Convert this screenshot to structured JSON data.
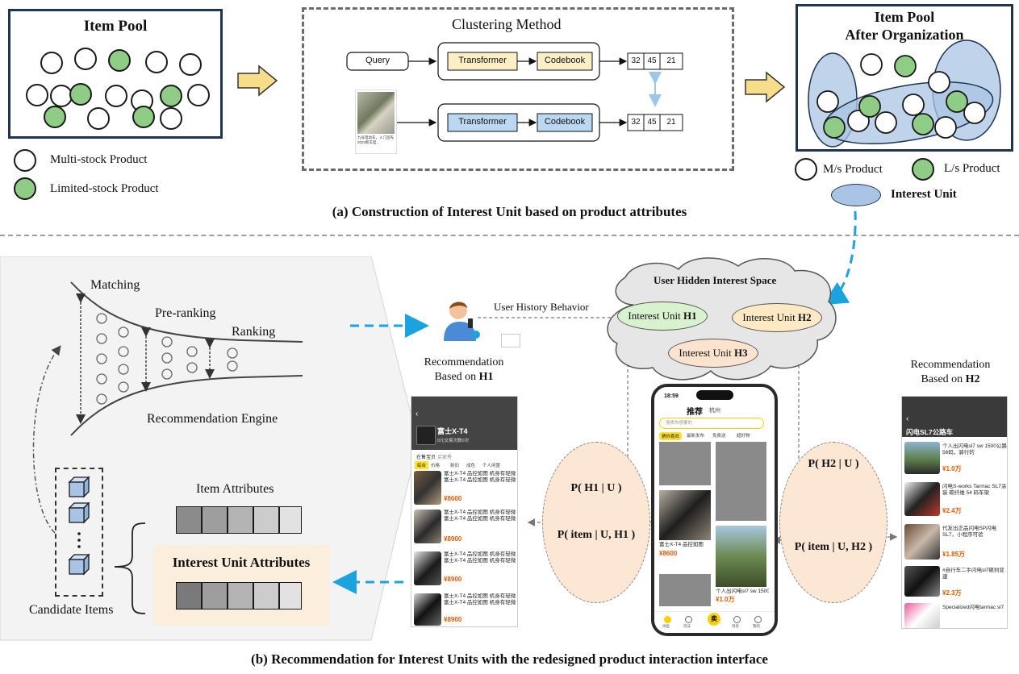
{
  "part_a": {
    "item_pool_title": "Item Pool",
    "legend_multi": "Multi-stock Product",
    "legend_limited": "Limited-stock Product",
    "clustering_title": "Clustering Method",
    "query_label": "Query",
    "transformer_label": "Transformer",
    "codebook_label": "Codebook",
    "code_values": [
      "32",
      "45",
      "21"
    ],
    "note_lines": [
      "九号电动车，入门首先",
      "2023新车型..."
    ],
    "organized_title_1": "Item Pool",
    "organized_title_2": "After Organization",
    "legend_ms": "M/s Product",
    "legend_ls": "L/s Product",
    "legend_unit": "Interest Unit",
    "caption": "(a)  Construction of Interest Unit based on product attributes"
  },
  "part_b": {
    "matching": "Matching",
    "preranking": "Pre-ranking",
    "ranking": "Ranking",
    "engine": "Recommendation Engine",
    "item_attributes": "Item Attributes",
    "interest_attributes": "Interest Unit Attributes",
    "candidate_items": "Candidate Items",
    "user_history": "User History Behavior",
    "hidden_space": "User Hidden Interest Space",
    "unit_prefix": "Interest Unit ",
    "h1": "H1",
    "h2": "H2",
    "h3": "H3",
    "rec_h1_line1": "Recommendation",
    "rec_h1_line2": "Based on ",
    "rec_h2_line1": "Recommendation",
    "rec_h2_line2": "Based on ",
    "p_h1_u": "P( H1 | U )",
    "p_item_h1": "P( item | U, H1 )",
    "p_h2_u": "P( H2 | U )",
    "p_item_h2": "P( item | U, H2 )",
    "caption": "(b)  Recommendation for Interest Units with the redesigned product interaction interface"
  },
  "phone_h1": {
    "title": "富士X-T4",
    "subtitle": "0元交易次数0次",
    "tabs": [
      "在售宝贝",
      "买家秀"
    ],
    "filters": [
      "综合",
      "价格",
      "新旧",
      "成色",
      "个人闲置"
    ],
    "items": [
      {
        "text": "富士X-T4 品控如图 机身有轻微富士X-T4 品控如图 机身有轻微",
        "price": "¥8600"
      },
      {
        "text": "富士X-T4 品控如图 机身有轻微富士X-T4 品控如图 机身有轻微",
        "price": "¥8900"
      },
      {
        "text": "富士X-T4 品控如图 机身有轻微富士X-T4 品控如图 机身有轻微",
        "price": "¥8900"
      },
      {
        "text": "富士X-T4 品控如图 机身有轻微富士X-T4 品控如图 机身有轻微",
        "price": "¥8900"
      }
    ]
  },
  "phone_center": {
    "time": "18:59",
    "tab_recommend": "推荐",
    "tab_city": "杭州",
    "search_placeholder": "搜索你想要的",
    "chips": [
      "猜你喜欢",
      "最新发布",
      "免费送",
      "超好物"
    ],
    "item_title": "富士X-T4 品控如图",
    "item_price": "¥8600",
    "item2_title": "个人出闪电sl7 sw 1500",
    "item2_price": "¥1.0万",
    "nav": [
      "闲鱼",
      "玩法",
      "卖",
      "消息",
      "我的"
    ],
    "sell_label": "卖"
  },
  "phone_h2": {
    "title": "闪电SL7公路车",
    "items": [
      {
        "text": "个人出闪电sl7 sw 1500公路 56码，骑行的",
        "price": "¥1.0万"
      },
      {
        "text": "闪电S-works Tarmac SL7涂装 碳纤维 54 码车架",
        "price": "¥2.4万"
      },
      {
        "text": "代友出正品闪电SP闪电SL7，小程序可验",
        "price": "¥1.85万"
      },
      {
        "text": "#自行车二手闪电sl7碟刹变速",
        "price": "¥2.3万"
      },
      {
        "text": "Specialized闪电tarmac sl7",
        "price": ""
      }
    ]
  },
  "colors": {
    "green": "#8fcc85",
    "unit_blue": "#a9c4e4",
    "transformer_yellow": "#fcefc6",
    "transformer_blue": "#bcd7f2",
    "arrow_yellow": "#f7dc8a",
    "dash_blue": "#1ba3e0",
    "cloud_gray": "#e6e6e6",
    "h1_green": "#d8f2cf",
    "h2_yellow": "#fde9c4",
    "h3_peach": "#fbe3cf",
    "prob_peach": "#fce6d4",
    "attr_bg": "#fbeedd"
  }
}
